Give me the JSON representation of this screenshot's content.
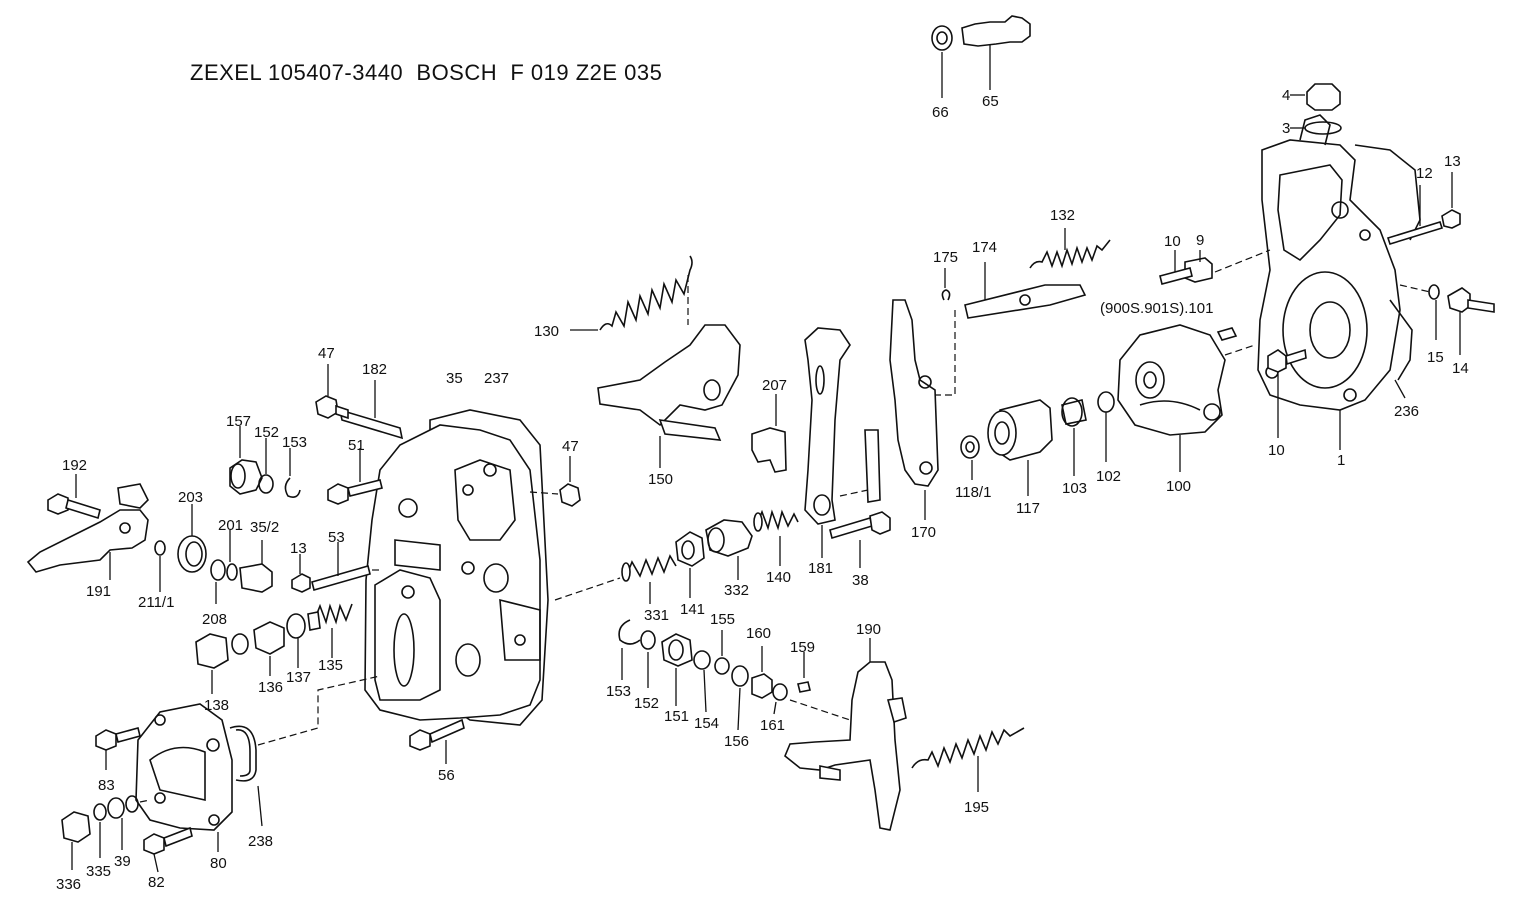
{
  "title": "ZEXEL 105407-3440  BOSCH  F 019 Z2E 035",
  "labels": {
    "l4": "4",
    "l3": "3",
    "l66": "66",
    "l65": "65",
    "l13a": "13",
    "l12": "12",
    "l9": "9",
    "l10a": "10",
    "l132": "132",
    "l175": "175",
    "l174": "174",
    "l101": "(900S.901S).101",
    "l15": "15",
    "l14": "14",
    "l236": "236",
    "l10b": "10",
    "l1": "1",
    "l100": "100",
    "l102": "102",
    "l103": "103",
    "l117": "117",
    "l118": "118/1",
    "l170": "170",
    "l38": "38",
    "l181": "181",
    "l140": "140",
    "l332": "332",
    "l141": "141",
    "l331": "331",
    "l207": "207",
    "l130": "130",
    "l150": "150",
    "l47a": "47",
    "l182": "182",
    "l35": "35",
    "l237": "237",
    "l47b": "47",
    "l157": "157",
    "l152a": "152",
    "l153a": "153",
    "l51": "51",
    "l192": "192",
    "l203": "203",
    "l201": "201",
    "l352": "35/2",
    "l13b": "13",
    "l53": "53",
    "l191": "191",
    "l211": "211/1",
    "l208": "208",
    "l138": "138",
    "l136": "136",
    "l137": "137",
    "l135": "135",
    "l83": "83",
    "l238": "238",
    "l56": "56",
    "l336": "336",
    "l335": "335",
    "l39": "39",
    "l80": "80",
    "l82": "82",
    "l153b": "153",
    "l152b": "152",
    "l151": "151",
    "l154": "154",
    "l155": "155",
    "l156": "156",
    "l160": "160",
    "l159": "159",
    "l161": "161",
    "l190": "190",
    "l195": "195"
  }
}
